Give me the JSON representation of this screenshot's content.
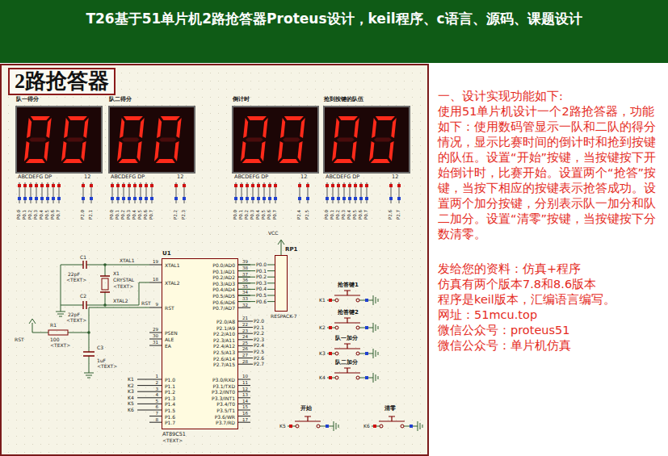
{
  "diagram": {
    "title": "T26基于51单片机2路抢答器Proteus设计，keil程序、c语言、源码、课题设计",
    "nodes": [
      {
        "text": [
          "2路抢答器"
        ]
      },
      {
        "text": [
          "队一得分",
          "ABCDEFG DP",
          "12",
          "P0.0",
          "P0.1",
          "P0.2",
          "P0.3",
          "P0.4",
          "P0.5",
          "P0.6",
          "P0.7",
          "P2.0",
          "P2.1"
        ]
      },
      {
        "text": [
          "队二得分",
          "ABCDEFG DP",
          "12",
          "P0.0",
          "P0.1",
          "P0.2",
          "P0.3",
          "P0.4",
          "P0.5",
          "P0.6",
          "P0.7",
          "P2.2",
          "P2.3"
        ]
      },
      {
        "text": [
          "倒计时",
          "ABCDEFG DP",
          "12",
          "P0.0",
          "P0.1",
          "P0.2",
          "P0.3",
          "P0.4",
          "P0.5",
          "P0.6",
          "P0.7",
          "P2.4",
          "P2.5"
        ]
      },
      {
        "text": [
          "抢到按键的队伍",
          "ABCDEFG DP",
          "12",
          "P0.0",
          "P0.1",
          "P0.2",
          "P0.3",
          "P0.4",
          "P0.5",
          "P0.6",
          "P0.7",
          "P2.6",
          "P2.7"
        ]
      },
      {
        "text": [
          "U1",
          "AT89C51",
          "<TEXT>",
          "XTAL1",
          "XTAL2",
          "RST",
          "PSEN",
          "ALE",
          "EA",
          "P1.0",
          "P1.1",
          "P1.2",
          "P1.3",
          "P1.4",
          "P1.5",
          "P1.6",
          "P1.7",
          "P0.0/AD0",
          "P0.1/AD1",
          "P0.2/AD2",
          "P0.3/AD3",
          "P0.4/AD4",
          "P0.5/AD5",
          "P0.6/AD6",
          "P0.7/AD7",
          "P2.0/A8",
          "P2.1/A9",
          "P2.2/A10",
          "P2.3/A11",
          "P2.4/A12",
          "P2.5/A13",
          "P2.6/A14",
          "P2.7/A15",
          "P3.0/RXD",
          "P3.1/TXD",
          "P3.2/INT0",
          "P3.3/INT1",
          "P3.4/T0",
          "P3.5/T1",
          "P3.6/WR",
          "P3.7/RD",
          "19",
          "18",
          "9",
          "29",
          "30",
          "31",
          "1",
          "2",
          "3",
          "4",
          "5",
          "6",
          "7",
          "8",
          "39",
          "38",
          "37",
          "36",
          "35",
          "34",
          "33",
          "32",
          "21",
          "22",
          "23",
          "24",
          "25",
          "26",
          "27",
          "28",
          "10",
          "11",
          "12",
          "13",
          "14",
          "15",
          "16",
          "17"
        ]
      },
      {
        "text": [
          "RP1",
          "RESPACK-7"
        ]
      }
    ],
    "edges": [
      {
        "from": 5,
        "to": 6,
        "arrow": "none"
      },
      {
        "from": 5,
        "to": 6,
        "arrow": "none"
      },
      {
        "from": 5,
        "to": 6,
        "arrow": "none"
      },
      {
        "from": 5,
        "to": 6,
        "arrow": "none"
      },
      {
        "from": 5,
        "to": 6,
        "arrow": "none"
      },
      {
        "from": 5,
        "to": 6,
        "arrow": "none"
      },
      {
        "from": 5,
        "to": 6,
        "arrow": "none"
      }
    ],
    "labels": [
      "C1",
      "22pF",
      "<TEXT>",
      "X1",
      "CRYSTAL",
      "<TEXT>",
      "C2",
      "22pF",
      "<TEXT>",
      "XTAL1",
      "XTAL2",
      "RST",
      "R1",
      "100",
      "<TEXT>",
      "RST",
      "C3",
      "1uF",
      "<TEXT>",
      "VCC",
      "K1",
      "K2",
      "K3",
      "K4",
      "K5",
      "K6",
      "P0.0",
      "P0.1",
      "P0.2",
      "P0.3",
      "P0.4",
      "P0.5",
      "P0.6",
      "P2.0",
      "P2.1",
      "P2.2",
      "P2.3",
      "P2.4",
      "P2.5",
      "P2.6",
      "P2.7",
      "抢答键1",
      "K1",
      "抢答键2",
      "K2",
      "队一加分",
      "K3",
      "队二加分",
      "K4",
      "开始",
      "K5",
      "清零",
      "K6",
      "一、设计实现功能如下:",
      "使用51单片机设计一个2路抢答器，功能如下：使用数码管显示一队和二队的得分情况，显示比赛时间的倒计时和抢到按键的队伍。设置“开始”按键，当按键按下开始倒计时，比赛开始。设置两个“抢答”按键，当按下相应的按键表示抢答成功。设置两个加分按键，分别表示队一加分和队二加分。设置“清零”按键，当按键按下分数清零。",
      "发给您的资料：仿真+程序",
      "仿真有两个版本7.8和8.6版本",
      "程序是keil版本，汇编语言编写。",
      "网址：51mcu.top",
      "微信公众号：proteus51",
      "微信公众号：单片机仿真"
    ]
  }
}
